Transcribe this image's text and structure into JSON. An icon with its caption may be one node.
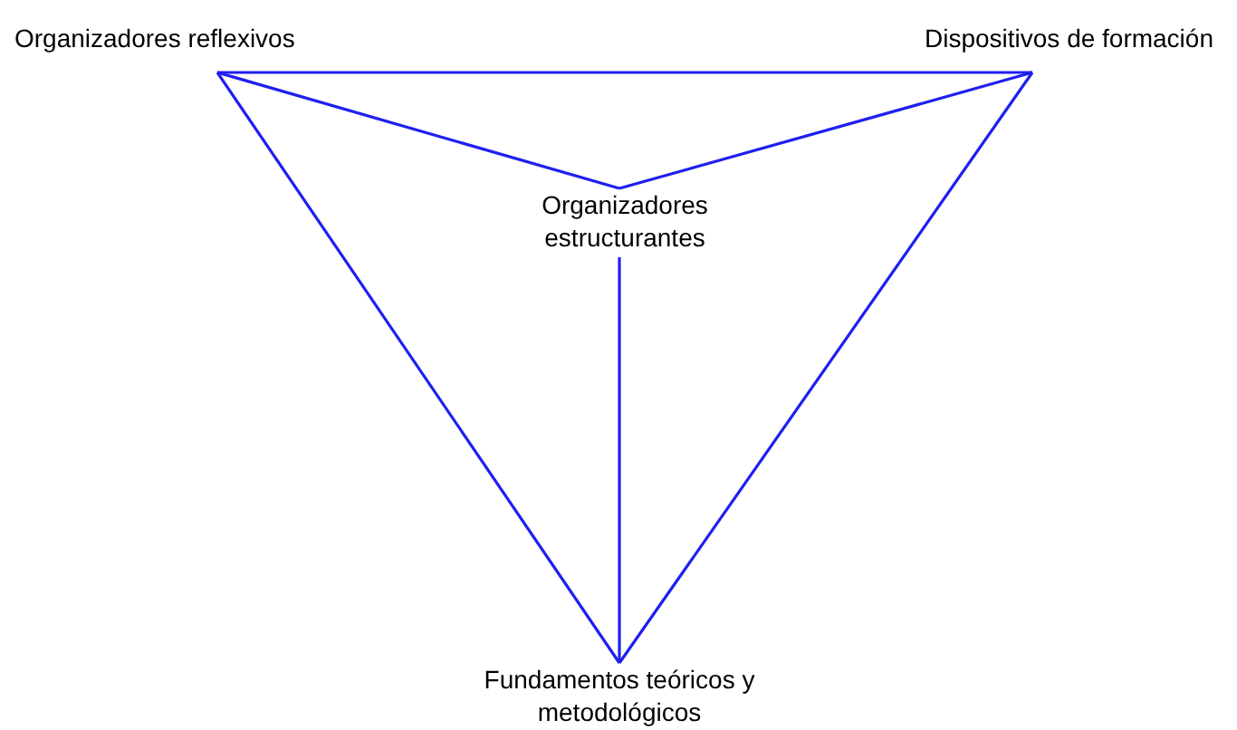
{
  "diagram": {
    "nodes": [
      {
        "text": [
          "Organizadores reflexivos"
        ]
      },
      {
        "text": [
          "Dispositivos de formación"
        ]
      },
      {
        "text": [
          "Organizadores estructurantes"
        ]
      },
      {
        "text": [
          "Fundamentos teóricos y metodológicos"
        ]
      }
    ],
    "edges": [
      {
        "from": 0,
        "to": 1,
        "arrow": "none"
      },
      {
        "from": 0,
        "to": 2,
        "arrow": "none"
      },
      {
        "from": 1,
        "to": 2,
        "arrow": "none"
      },
      {
        "from": 0,
        "to": 3,
        "arrow": "none"
      },
      {
        "from": 1,
        "to": 3,
        "arrow": "none"
      },
      {
        "from": 2,
        "to": 3,
        "arrow": "none"
      }
    ]
  }
}
